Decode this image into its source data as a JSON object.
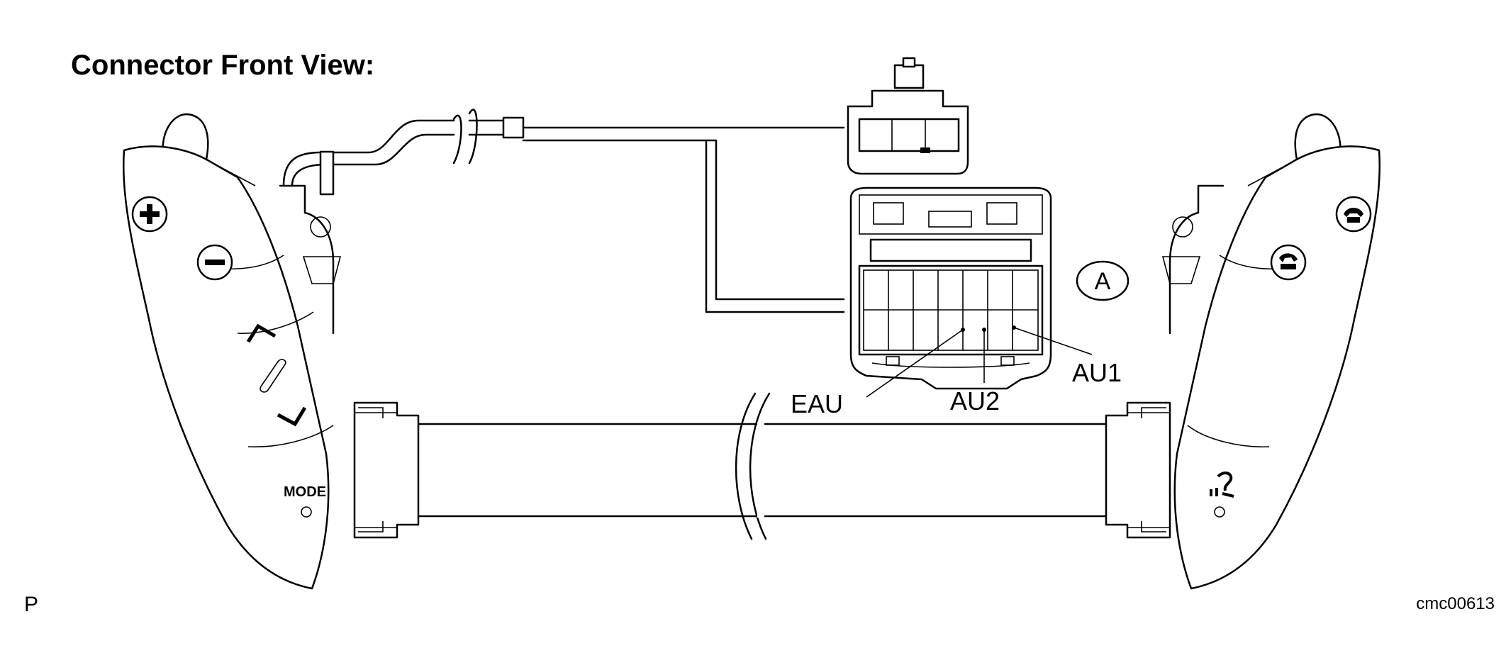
{
  "title": "Connector Front View:",
  "connector_id": "A",
  "terminals": {
    "eau": "EAU",
    "au2": "AU2",
    "au1": "AU1"
  },
  "buttons": {
    "mode": "MODE"
  },
  "footer": {
    "corner_code": "P",
    "image_id": "cmc00613"
  }
}
